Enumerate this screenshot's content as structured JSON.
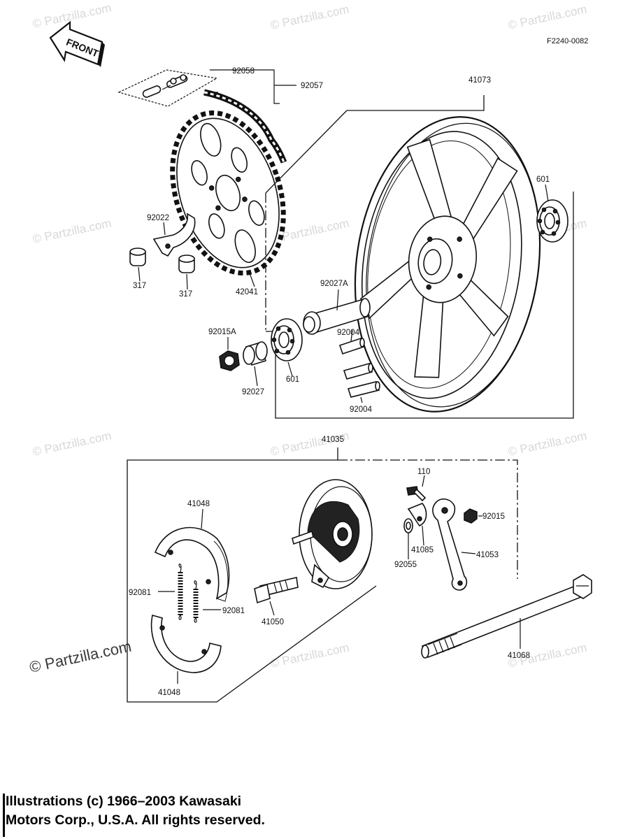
{
  "diagram": {
    "figure_code": "F2240-0082",
    "front_label": "FRONT",
    "watermark": "© Partzilla.com",
    "parts": {
      "p92058": "92058",
      "p92057": "92057",
      "p41073": "41073",
      "p601_top": "601",
      "p92022": "92022",
      "p317_a": "317",
      "p317_b": "317",
      "p42041": "42041",
      "p92027A": "92027A",
      "p92015A": "92015A",
      "p92004_a": "92004",
      "p92004_b": "92004",
      "p601_bottom": "601",
      "p92027": "92027",
      "p41035": "41035",
      "p110": "110",
      "p41048_top": "41048",
      "p92015": "92015",
      "p41085": "41085",
      "p41053": "41053",
      "p92055": "92055",
      "p92081_left": "92081",
      "p92081_right": "92081",
      "p41050": "41050",
      "p41068": "41068",
      "p41048_bottom": "41048"
    }
  },
  "copyright": {
    "line1": "Illustrations (c) 1966–2003 Kawasaki",
    "line2": "Motors Corp., U.S.A.  All rights reserved."
  }
}
